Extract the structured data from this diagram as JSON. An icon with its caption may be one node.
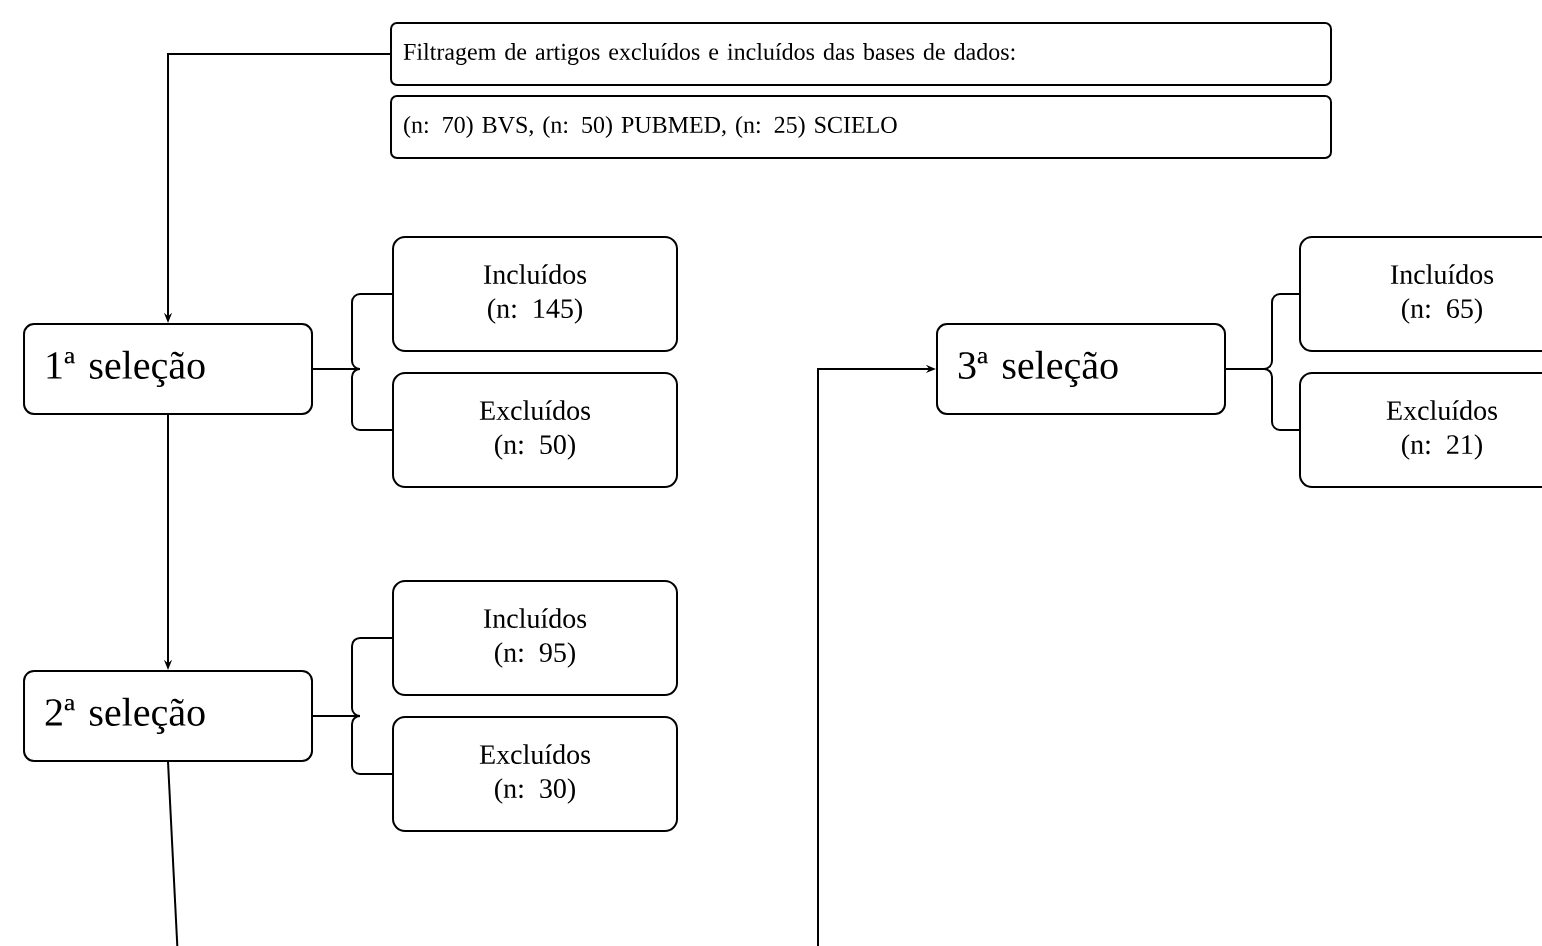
{
  "diagram": {
    "nodes": [
      {
        "text": [
          "Filtragem de artigos excluídos e incluídos das bases de dados:"
        ]
      },
      {
        "text": [
          "(n: 70) BVS, (n: 50) PUBMED, (n: 25) SCIELO"
        ]
      },
      {
        "text": [
          "1ª seleção"
        ]
      },
      {
        "text": [
          "Incluídos (n: 145)"
        ]
      },
      {
        "text": [
          "Excluídos (n: 50)"
        ]
      },
      {
        "text": [
          "2ª seleção"
        ]
      },
      {
        "text": [
          "Incluídos (n: 95)"
        ]
      },
      {
        "text": [
          "Excluídos (n: 30)"
        ]
      },
      {
        "text": [
          "3ª seleção"
        ]
      },
      {
        "text": [
          "Incluídos (n: 65)"
        ]
      },
      {
        "text": [
          "Excluídos (n: 21)"
        ]
      }
    ],
    "edges": [
      {
        "from": 0,
        "to": 2,
        "arrow": "to"
      },
      {
        "from": 2,
        "to": 3,
        "arrow": "none"
      },
      {
        "from": 2,
        "to": 4,
        "arrow": "none"
      },
      {
        "from": 2,
        "to": 5,
        "arrow": "to"
      },
      {
        "from": 5,
        "to": 6,
        "arrow": "none"
      },
      {
        "from": 5,
        "to": 7,
        "arrow": "none"
      },
      {
        "from": 5,
        "to": null,
        "arrow": "none"
      },
      {
        "from": null,
        "to": 8,
        "arrow": "to"
      },
      {
        "from": 8,
        "to": 9,
        "arrow": "none"
      },
      {
        "from": 8,
        "to": 10,
        "arrow": "none"
      }
    ]
  }
}
